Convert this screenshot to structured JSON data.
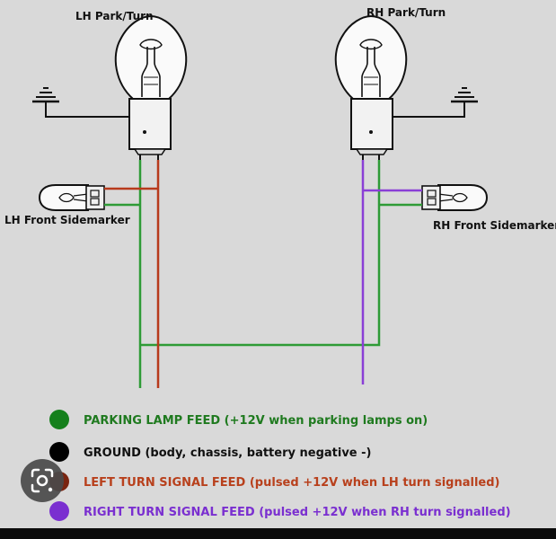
{
  "labels": {
    "lh_park_turn": "LH Park/Turn",
    "rh_park_turn": "RH Park/Turn",
    "lh_sidemarker": "LH Front Sidemarker",
    "rh_sidemarker": "RH Front Sidemarker"
  },
  "colors": {
    "green": "#2e9b36",
    "red": "#b83a1c",
    "purple": "#8a3fd6",
    "black": "#000000",
    "background": "#d9d9d9"
  },
  "legend": [
    {
      "color": "#15801c",
      "text": "PARKING LAMP FEED (+12V when parking lamps on)",
      "text_color": "#1f7a1f"
    },
    {
      "color": "#000000",
      "text": "GROUND (body, chassis, battery negative -)",
      "text_color": "#111111"
    },
    {
      "color": "#7a2410",
      "text": "LEFT TURN SIGNAL FEED (pulsed +12V when LH turn signalled)",
      "text_color": "#b8401c"
    },
    {
      "color": "#7a2fd0",
      "text": "RIGHT TURN SIGNAL FEED (pulsed +12V when RH turn signalled)",
      "text_color": "#7a2fd0"
    }
  ],
  "icons": {
    "lens": "lens-search-icon"
  }
}
